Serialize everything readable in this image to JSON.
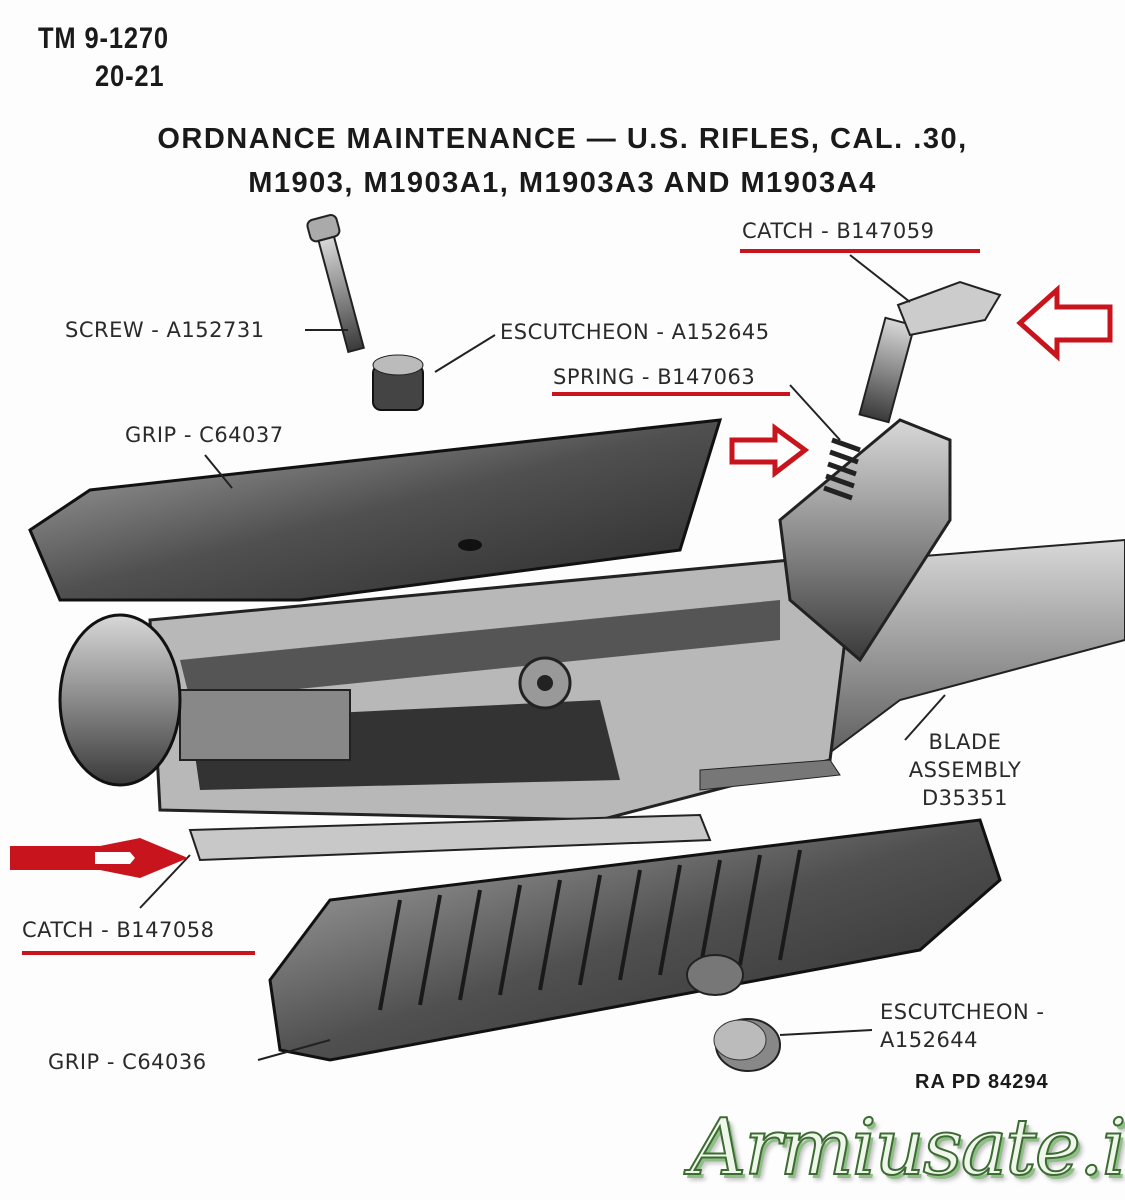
{
  "header": {
    "manual": "TM 9-1270",
    "pages": "20-21"
  },
  "title": {
    "line1": "ORDNANCE MAINTENANCE — U.S. RIFLES, CAL. .30,",
    "line2": "M1903, M1903A1, M1903A3 AND M1903A4"
  },
  "labels": {
    "catch_top": "CATCH - B147059",
    "screw": "SCREW - A152731",
    "escutcheon_top": "ESCUTCHEON - A152645",
    "spring": "SPRING - B147063",
    "grip_top": "GRIP - C64037",
    "blade_line1": "BLADE",
    "blade_line2": "ASSEMBLY",
    "blade_line3": "D35351",
    "catch_bottom": "CATCH - B147058",
    "grip_bottom": "GRIP - C64036",
    "escutcheon_bottom_line1": "ESCUTCHEON -",
    "escutcheon_bottom_line2": "A152644"
  },
  "figure_code": "RA PD 84294",
  "watermark": "Armiusate.it",
  "colors": {
    "highlight": "#c8141c",
    "watermark": "#3d6b33"
  }
}
